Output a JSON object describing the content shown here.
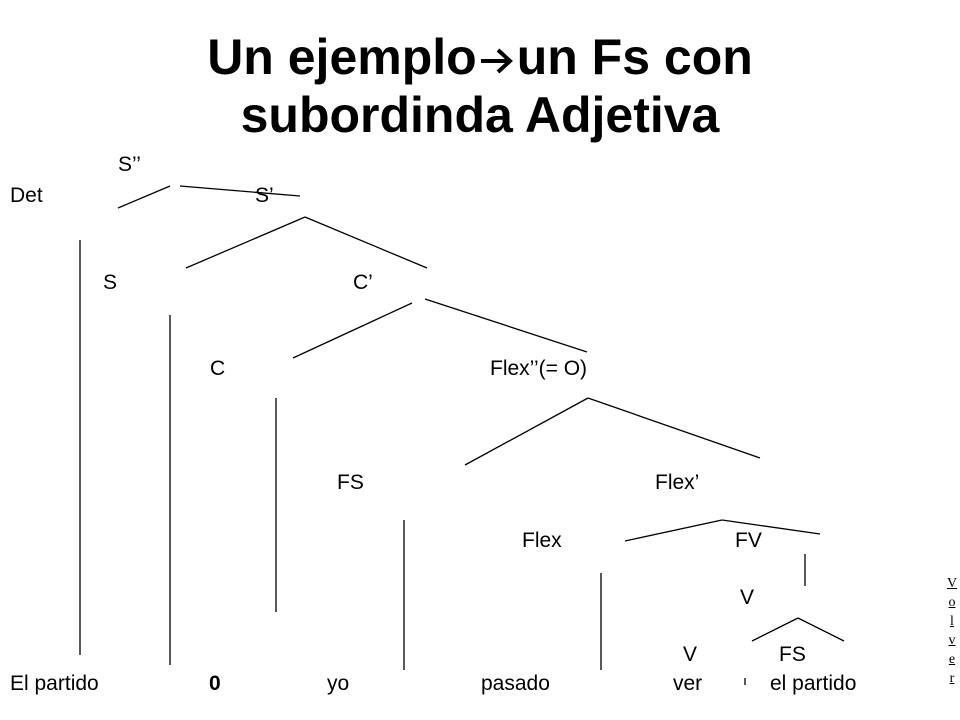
{
  "title": {
    "line1_before": "Un ejemplo",
    "arrow_icon": "right-arrow-icon",
    "line1_after": "un Fs con",
    "line2": "subordinda Adjetiva"
  },
  "nodes": {
    "s_double": "S’’",
    "det": "Det",
    "s_prime": "S’",
    "s": "S",
    "c_prime": "C’",
    "c": "C",
    "flex_double": "Flex’’(= O)",
    "fs": "FS",
    "flex_prime": "Flex’",
    "flex": "Flex",
    "fv": "FV",
    "v_upper": "V",
    "v_lower": "V",
    "fs_lower": "FS"
  },
  "words": {
    "el_partido": "El  partido",
    "zero": "0",
    "yo": "yo",
    "pasado": "pasado",
    "ver": "ver",
    "el_partido_2": "el partido"
  },
  "volver_link": [
    "V",
    "o",
    "l",
    "v",
    "e",
    "r"
  ]
}
